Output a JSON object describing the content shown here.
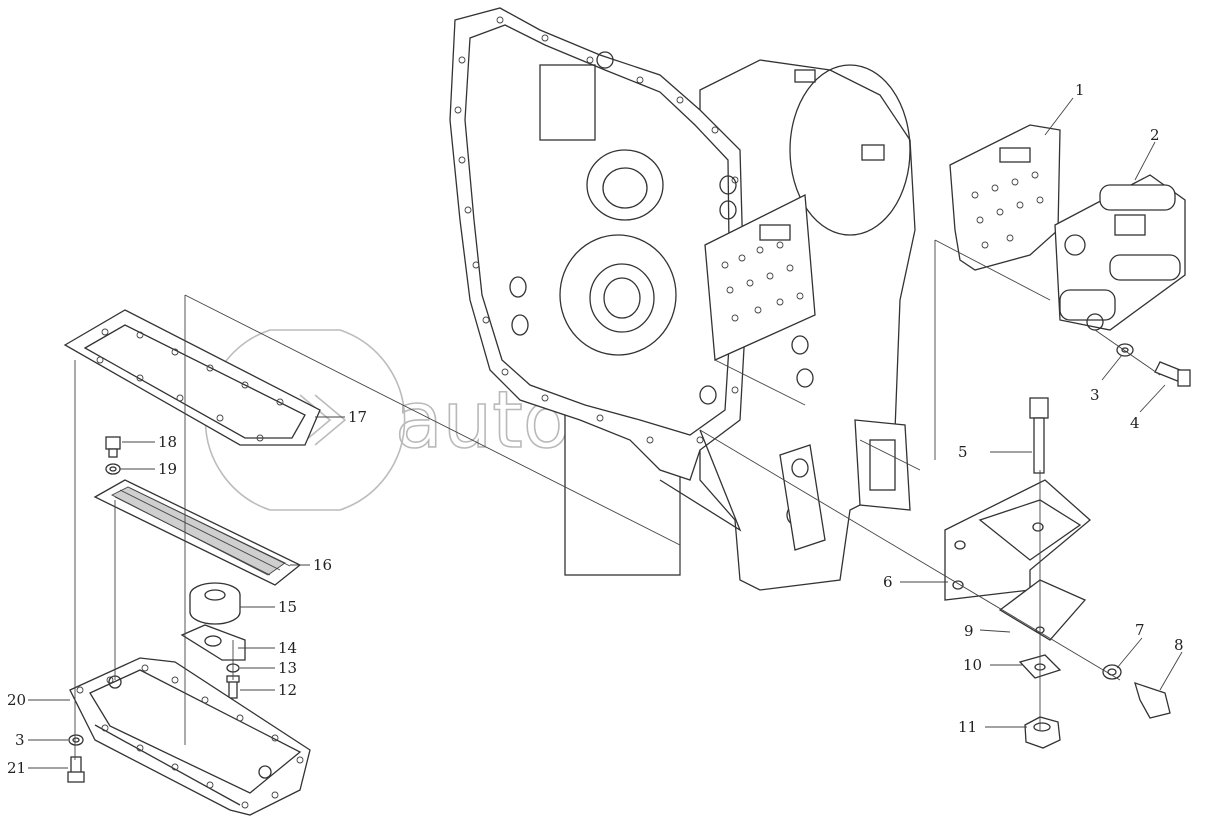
{
  "watermark": {
    "text": "autopiter.ru"
  },
  "callouts": [
    {
      "id": "c1",
      "label": "1"
    },
    {
      "id": "c2",
      "label": "2"
    },
    {
      "id": "c3a",
      "label": "3"
    },
    {
      "id": "c4",
      "label": "4"
    },
    {
      "id": "c5",
      "label": "5"
    },
    {
      "id": "c6",
      "label": "6"
    },
    {
      "id": "c7",
      "label": "7"
    },
    {
      "id": "c8",
      "label": "8"
    },
    {
      "id": "c9",
      "label": "9"
    },
    {
      "id": "c10",
      "label": "10"
    },
    {
      "id": "c11",
      "label": "11"
    },
    {
      "id": "c12",
      "label": "12"
    },
    {
      "id": "c13",
      "label": "13"
    },
    {
      "id": "c14",
      "label": "14"
    },
    {
      "id": "c15",
      "label": "15"
    },
    {
      "id": "c16",
      "label": "16"
    },
    {
      "id": "c17",
      "label": "17"
    },
    {
      "id": "c18",
      "label": "18"
    },
    {
      "id": "c19",
      "label": "19"
    },
    {
      "id": "c20",
      "label": "20"
    },
    {
      "id": "c3b",
      "label": "3"
    },
    {
      "id": "c21",
      "label": "21"
    }
  ]
}
